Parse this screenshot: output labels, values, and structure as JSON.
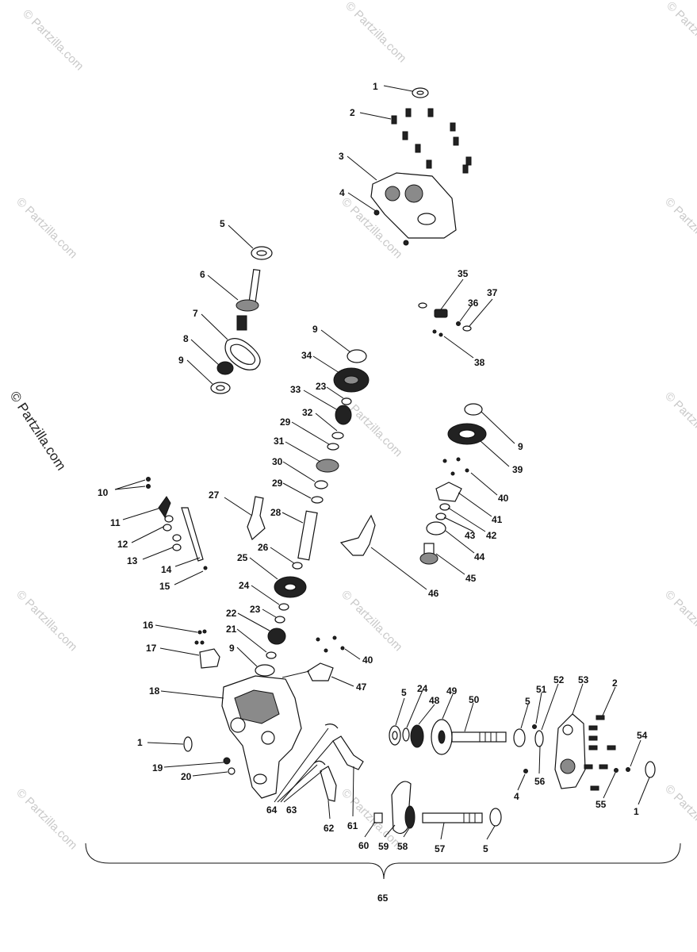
{
  "watermark": {
    "text": "© Partzilla.com"
  },
  "side_watermark": {
    "text": "© Partzilla.com"
  },
  "callouts": {
    "c1a": "1",
    "c2a": "2",
    "c3": "3",
    "c4a": "4",
    "c5a": "5",
    "c6": "6",
    "c7": "7",
    "c8": "8",
    "c9a": "9",
    "c9b": "9",
    "c34": "34",
    "c23a": "23",
    "c33": "33",
    "c32": "32",
    "c29a": "29",
    "c31": "31",
    "c30": "30",
    "c29b": "29",
    "c35": "35",
    "c36": "36",
    "c37": "37",
    "c38": "38",
    "c9c": "9",
    "c39": "39",
    "c40a": "40",
    "c41": "41",
    "c42": "42",
    "c43": "43",
    "c44": "44",
    "c45": "45",
    "c46": "46",
    "c10": "10",
    "c11": "11",
    "c12": "12",
    "c13": "13",
    "c14": "14",
    "c15": "15",
    "c27": "27",
    "c28": "28",
    "c26": "26",
    "c25": "25",
    "c24a": "24",
    "c23b": "23",
    "c22": "22",
    "c21": "21",
    "c9d": "9",
    "c16": "16",
    "c17": "17",
    "c18": "18",
    "c40b": "40",
    "c47": "47",
    "c1b": "1",
    "c19": "19",
    "c20": "20",
    "c64": "64",
    "c63": "63",
    "c62": "62",
    "c61": "61",
    "c5b": "5",
    "c24b": "24",
    "c48": "48",
    "c49": "49",
    "c50": "50",
    "c5c": "5",
    "c51": "51",
    "c52": "52",
    "c53": "53",
    "c2b": "2",
    "c54": "54",
    "c56": "56",
    "c4b": "4",
    "c55": "55",
    "c1c": "1",
    "c60": "60",
    "c59": "59",
    "c58": "58",
    "c57": "57",
    "c5d": "5",
    "c65": "65"
  }
}
